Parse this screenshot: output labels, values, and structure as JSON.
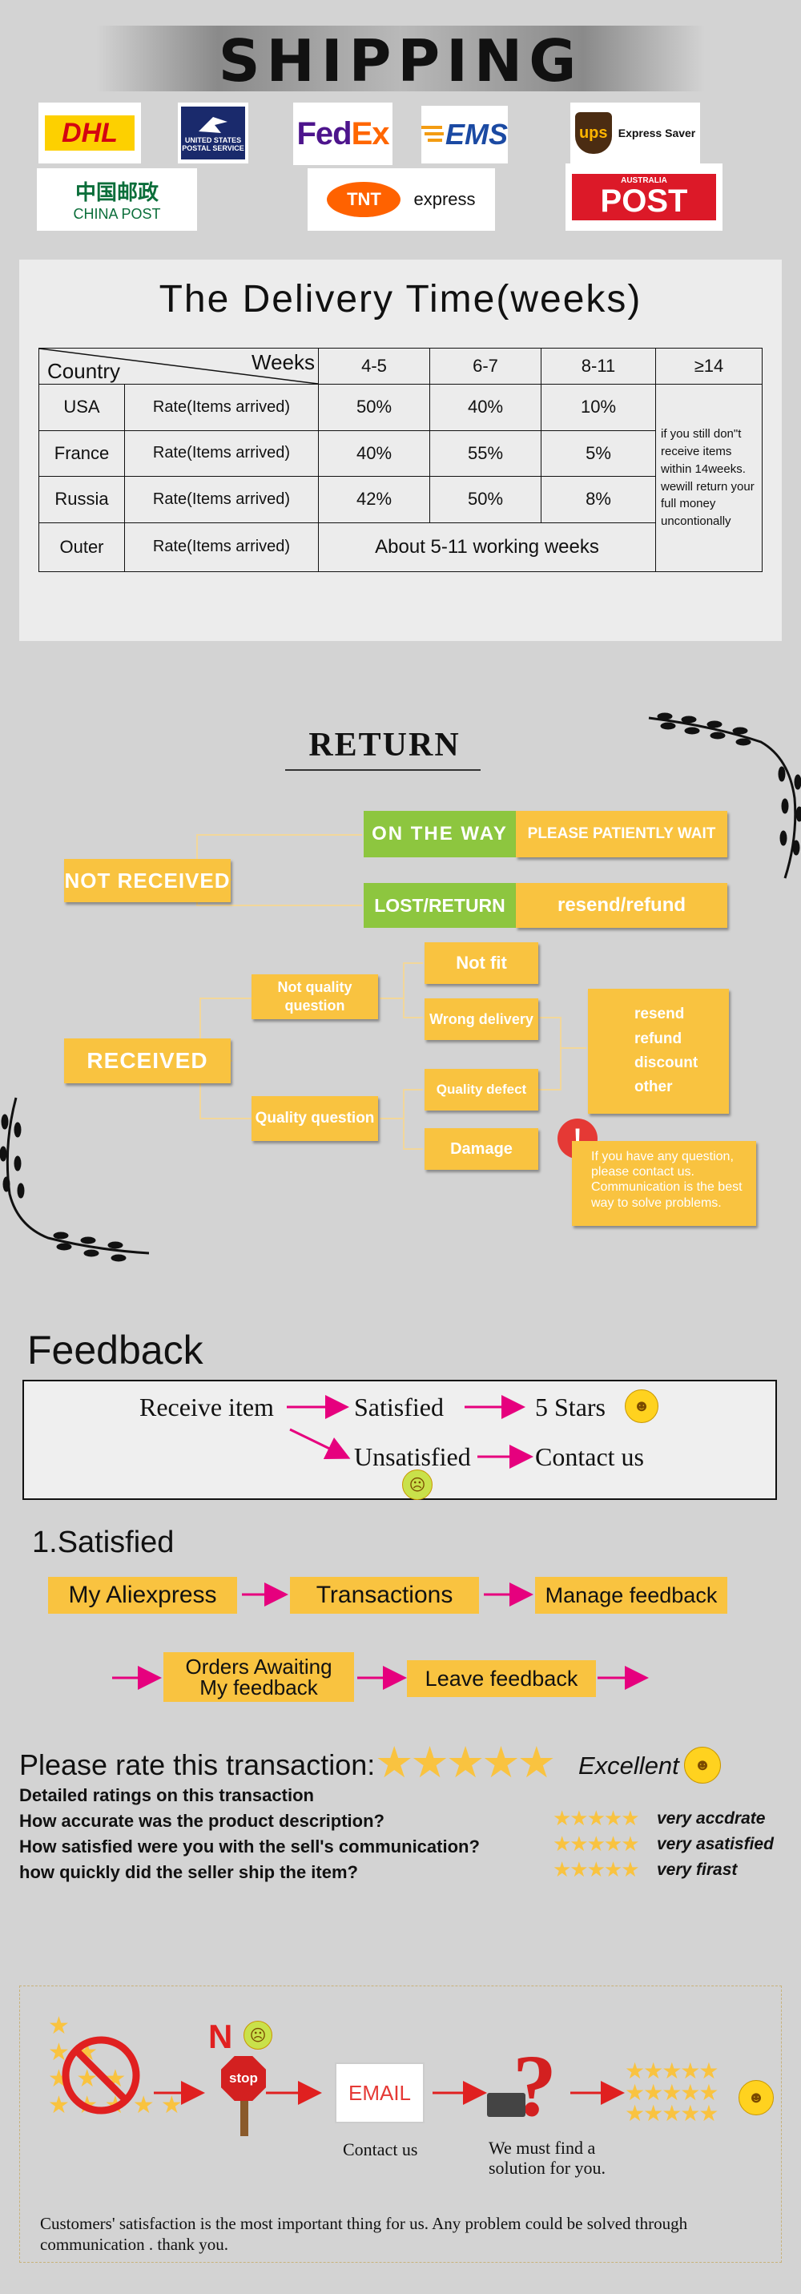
{
  "shipping": {
    "title": "SHIPPING",
    "logos": {
      "dhl": "DHL",
      "usps": "UNITED STATES POSTAL SERVICE",
      "fedex_a": "Fed",
      "fedex_b": "Ex",
      "ems": "EMS",
      "ups": "ups",
      "ups_text": "Express Saver",
      "china_cn": "中国邮政",
      "china_en": "CHINA POST",
      "tnt": "TNT",
      "tnt_text": "express",
      "post_small": "AUSTRALIA",
      "post": "POST"
    }
  },
  "delivery": {
    "title": "The Delivery Time(weeks)",
    "corner_weeks": "Weeks",
    "corner_country": "Country",
    "columns": [
      "4-5",
      "6-7",
      "8-11",
      "≥14"
    ],
    "rate_label": "Rate(Items arrived)",
    "rows": [
      {
        "country": "USA",
        "v": [
          "50%",
          "40%",
          "10%"
        ]
      },
      {
        "country": "France",
        "v": [
          "40%",
          "55%",
          "5%"
        ]
      },
      {
        "country": "Russia",
        "v": [
          "42%",
          "50%",
          "8%"
        ]
      }
    ],
    "outer_country": "Outer",
    "outer_value": "About 5-11 working weeks",
    "note": "if you still don\"t receive items within 14weeks. wewill return your full money uncontionally"
  },
  "return": {
    "title": "RETURN",
    "not_received": "NOT RECEIVED",
    "on_the_way": "ON THE WAY",
    "wait": "PLEASE PATIENTLY WAIT",
    "lost": "LOST/RETURN",
    "resend_refund": "resend/refund",
    "received": "RECEIVED",
    "not_quality": "Not quality question",
    "quality": "Quality question",
    "not_fit": "Not fit",
    "wrong": "Wrong delivery",
    "defect": "Quality defect",
    "damage": "Damage",
    "options": [
      "resend",
      "refund",
      "discount",
      "other"
    ],
    "alert": "!",
    "tip": "If you have any question, please contact us. Communication is the best way to solve problems."
  },
  "feedback": {
    "title": "Feedback",
    "receive": "Receive item",
    "satisfied": "Satisfied",
    "stars": "5 Stars",
    "unsatisfied": "Unsatisfied",
    "contact": "Contact us",
    "sat_title": "1.Satisfied",
    "steps": [
      "My Aliexpress",
      "Transactions",
      "Manage feedback"
    ],
    "orders_line1": "Orders Awaiting",
    "orders_line2": "My feedback",
    "leave": "Leave feedback"
  },
  "rating": {
    "title": "Please rate this transaction:",
    "excellent": "Excellent",
    "detailed": "Detailed ratings on this transaction",
    "questions": [
      {
        "q": "How accurate was the product description?",
        "a": "very accdrate"
      },
      {
        "q": "How satisfied were you with the sell's communication?",
        "a": "very asatisfied"
      },
      {
        "q": "how quickly did the seller ship the item?",
        "a": "very firast"
      }
    ]
  },
  "bottom": {
    "n": "N",
    "stop": "stop",
    "email": "EMAIL",
    "contact": "Contact us",
    "solution": "We must find a solution for you.",
    "final": "Customers' satisfaction is the most important thing for us. Any problem could be solved through communication . thank you."
  }
}
